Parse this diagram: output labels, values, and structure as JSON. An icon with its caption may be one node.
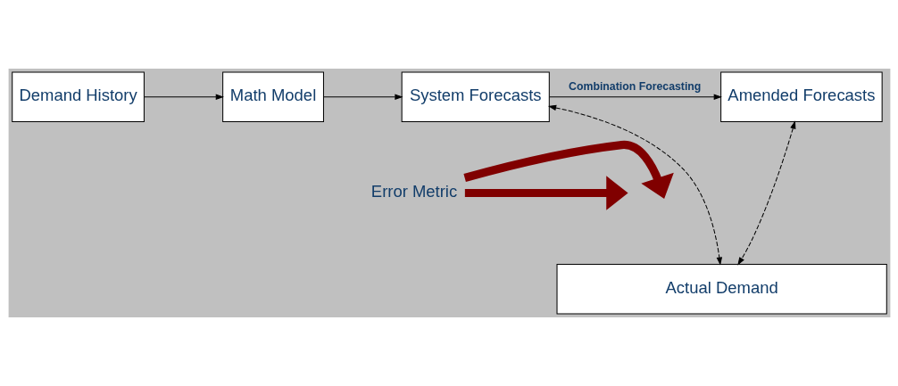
{
  "diagram": {
    "nodes": [
      {
        "text": [
          "Demand History"
        ]
      },
      {
        "text": [
          "Math Model"
        ]
      },
      {
        "text": [
          "System Forecasts"
        ]
      },
      {
        "text": [
          "Amended Forecasts"
        ]
      },
      {
        "text": [
          "Actual Demand"
        ]
      },
      {
        "text": [
          "Error Metric"
        ]
      }
    ],
    "edges": [
      {
        "from": 0,
        "to": 1,
        "arrow": "to"
      },
      {
        "from": 1,
        "to": 2,
        "arrow": "to"
      },
      {
        "from": 2,
        "to": 3,
        "arrow": "to",
        "label": "Combination Forecasting"
      },
      {
        "from": 2,
        "to": 4,
        "arrow": "both",
        "style": "dashed"
      },
      {
        "from": 3,
        "to": 4,
        "arrow": "both",
        "style": "dashed"
      },
      {
        "from": 5,
        "to": null,
        "arrow": "to",
        "style": "thick",
        "color": "#800000"
      },
      {
        "from": 5,
        "to": null,
        "arrow": "to",
        "style": "thick",
        "color": "#800000"
      }
    ]
  }
}
